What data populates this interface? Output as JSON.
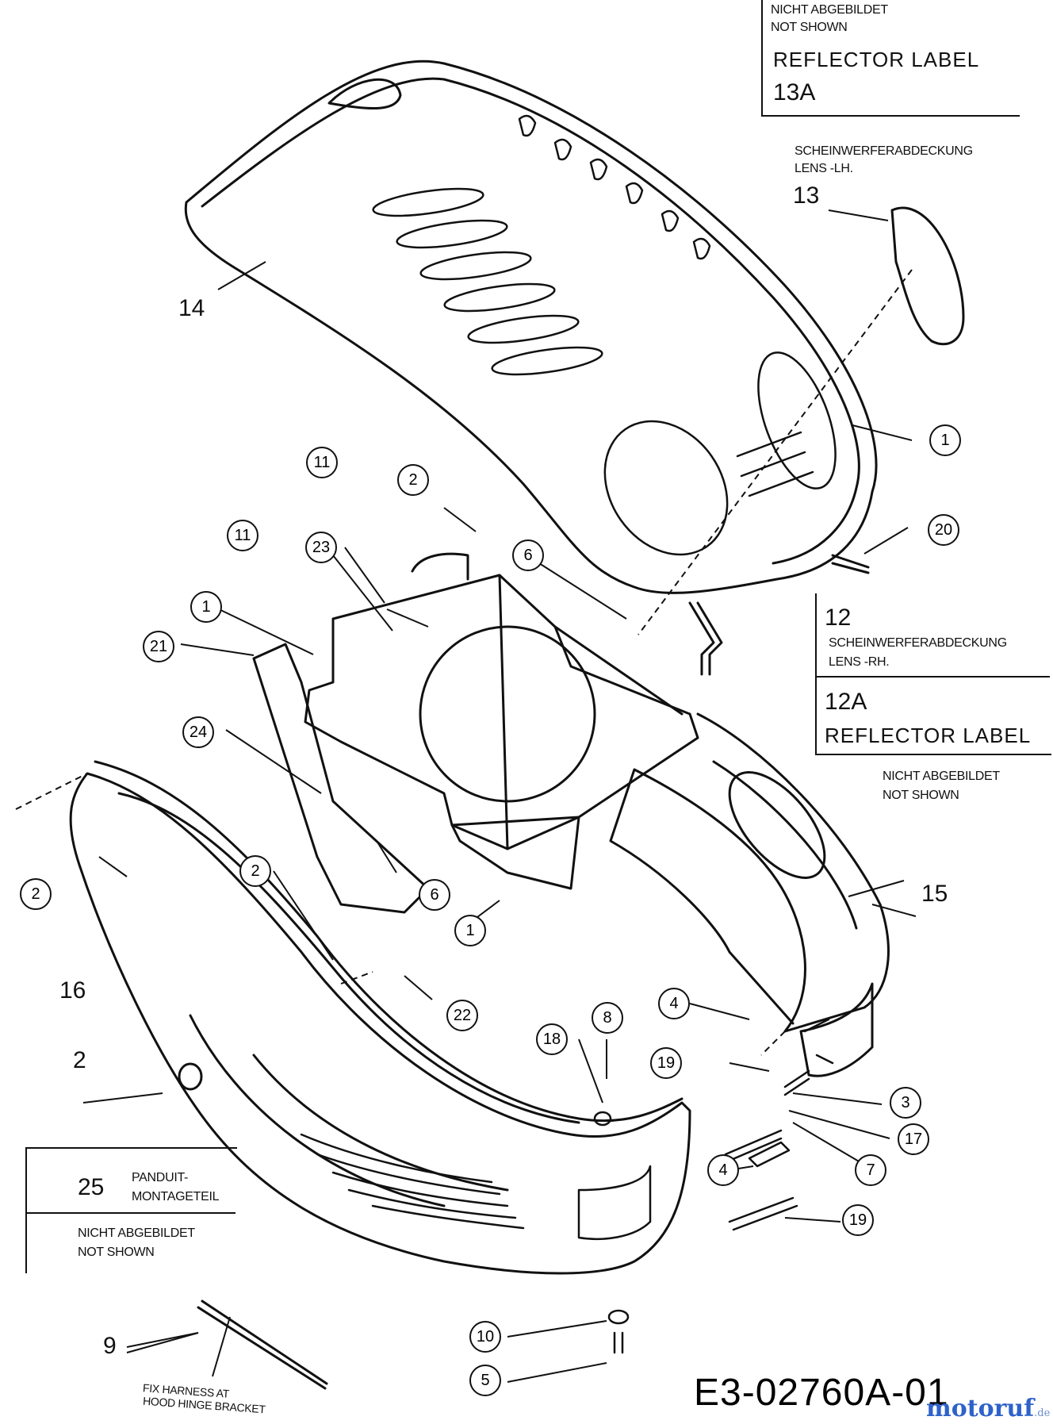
{
  "notes": {
    "top_right": {
      "line1": "NICHT ABGEBILDET",
      "line2": "NOT SHOWN",
      "title": "REFLECTOR  LABEL",
      "part": "13A"
    },
    "lens_lh": {
      "line1": "SCHEINWERFERABDECKUNG",
      "line2": "LENS -LH.",
      "part": "13"
    },
    "mid_right": {
      "part": "12",
      "line1": "SCHEINWERFERABDECKUNG",
      "line2": "LENS -RH.",
      "part2": "12A",
      "title": "REFLECTOR  LABEL",
      "note1": "NICHT ABGEBILDET",
      "note2": "NOT SHOWN"
    },
    "bottom_left": {
      "part": "25",
      "line1": "PANDUIT-",
      "line2": "MONTAGETEIL",
      "note1": "NICHT ABGEBILDET",
      "note2": "NOT SHOWN"
    },
    "harness": {
      "line1": "FIX HARNESS AT",
      "line2": "HOOD HINGE BRACKET"
    }
  },
  "plain_numbers": {
    "n14": "14",
    "n16": "16",
    "n15": "15",
    "n2": "2",
    "n9": "9"
  },
  "callouts": {
    "c1a": "1",
    "c20": "20",
    "c11a": "11",
    "c2a": "2",
    "c11b": "11",
    "c23": "23",
    "c6a": "6",
    "c1b": "1",
    "c21": "21",
    "c24": "24",
    "c2b": "2",
    "c2c": "2",
    "c6b": "6",
    "c1c": "1",
    "c22": "22",
    "c18": "18",
    "c8": "8",
    "c4a": "4",
    "c19a": "19",
    "c3": "3",
    "c17": "17",
    "c4b": "4",
    "c7": "7",
    "c19b": "19",
    "c10": "10",
    "c5": "5"
  },
  "doc_id": "E3-02760A-01",
  "brand": {
    "name": "motoruf",
    "tld": ".de"
  }
}
